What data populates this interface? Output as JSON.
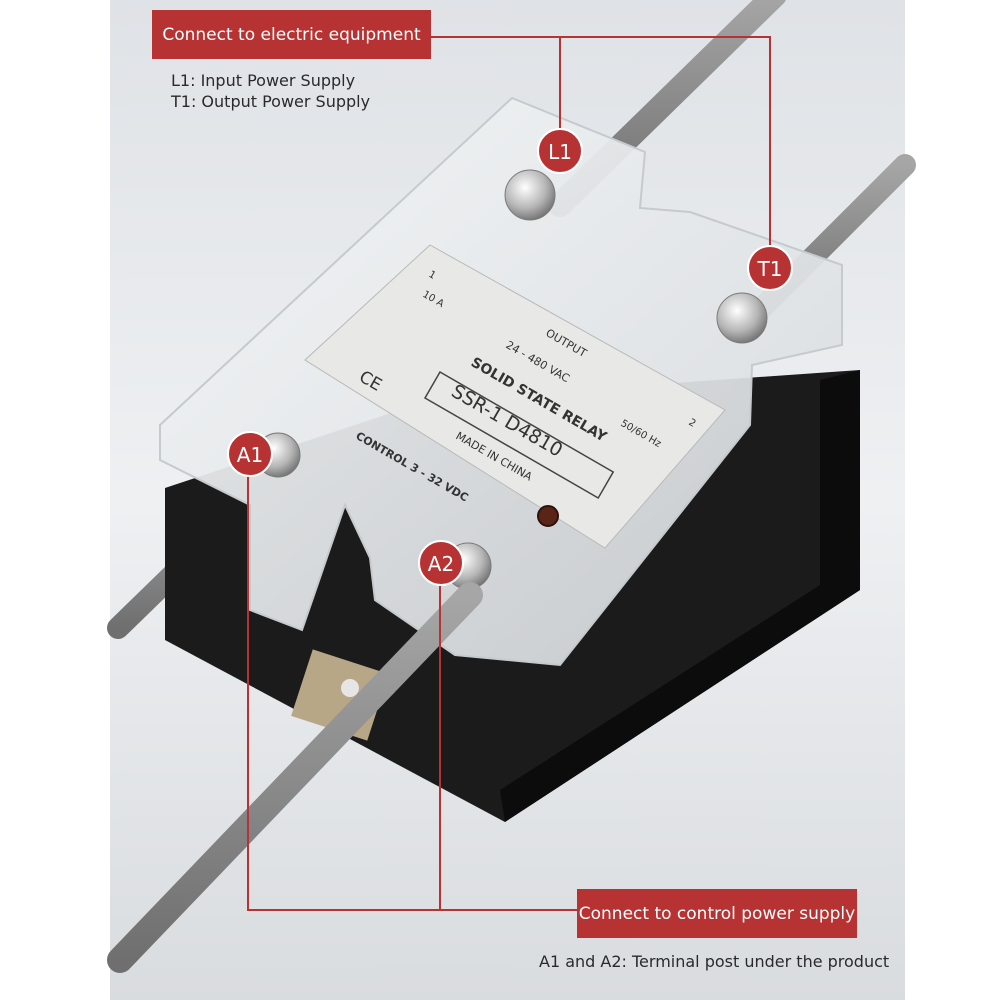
{
  "callouts": {
    "top_banner": "Connect to electric equipment",
    "top_note_1": "L1: Input Power Supply",
    "top_note_2": "T1: Output Power Supply",
    "bottom_banner": "Connect to control power supply",
    "bottom_note": "A1 and A2: Terminal post under the product"
  },
  "terminals": {
    "l1": "L1",
    "t1": "T1",
    "a1": "A1",
    "a2": "A2"
  },
  "device_label": {
    "terminal_1": "1",
    "rating_current": "10 A",
    "output": "OUTPUT",
    "output_voltage": "24 - 480 VAC",
    "ce_mark": "CE",
    "title": "SOLID STATE RELAY",
    "model": "SSR-1 D4810",
    "frequency": "50/60 Hz",
    "terminal_2": "2",
    "origin": "MADE IN CHINA",
    "control": "CONTROL 3 - 32 VDC"
  },
  "colors": {
    "accent_red": "#b73333",
    "cable_gray": "#8d8d8d",
    "housing_black": "#1b1b1b",
    "background": "#ffffff"
  }
}
